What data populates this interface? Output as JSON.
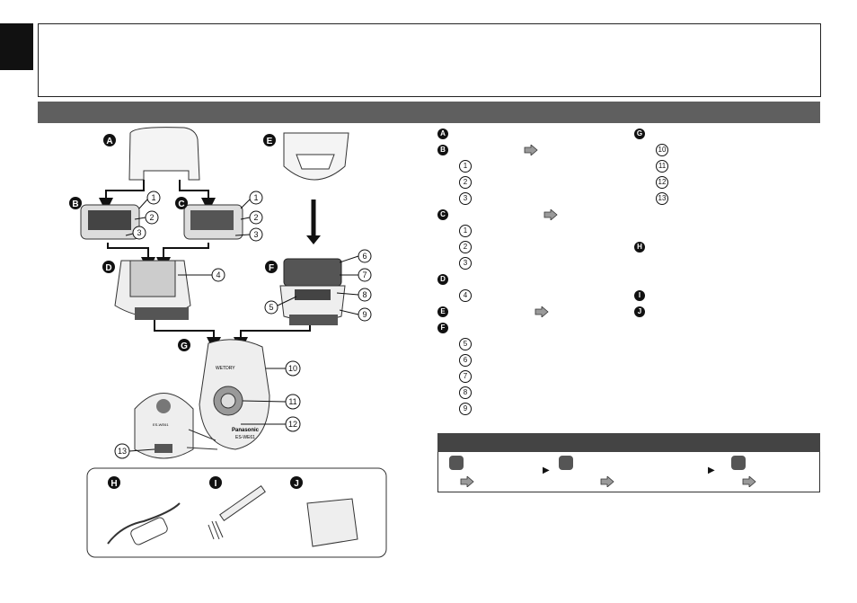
{
  "section_tab": "",
  "header_box_text": "",
  "parts_bar_title": "",
  "flow_bar_title": "",
  "figure": {
    "letters": [
      "A",
      "B",
      "C",
      "D",
      "E",
      "F",
      "G",
      "H",
      "I",
      "J"
    ],
    "numbers": [
      "1",
      "2",
      "3",
      "4",
      "5",
      "6",
      "7",
      "8",
      "9",
      "10",
      "11",
      "12",
      "13"
    ],
    "device_brand": "Panasonic",
    "device_model": "ES-WE61",
    "switch_marking": "WETDRY",
    "stand_marking": "ES-WE61"
  },
  "legend_left": [
    {
      "type": "letter",
      "label": "A"
    },
    {
      "type": "letter",
      "label": "B",
      "arrow": true
    },
    {
      "type": "number",
      "label": "1"
    },
    {
      "type": "number",
      "label": "2"
    },
    {
      "type": "number",
      "label": "3"
    },
    {
      "type": "letter",
      "label": "C",
      "arrow": true
    },
    {
      "type": "number",
      "label": "1"
    },
    {
      "type": "number",
      "label": "2"
    },
    {
      "type": "number",
      "label": "3"
    },
    {
      "type": "letter",
      "label": "D"
    },
    {
      "type": "number",
      "label": "4"
    },
    {
      "type": "letter",
      "label": "E",
      "arrow": true
    },
    {
      "type": "letter",
      "label": "F"
    },
    {
      "type": "number",
      "label": "5"
    },
    {
      "type": "number",
      "label": "6"
    },
    {
      "type": "number",
      "label": "7"
    },
    {
      "type": "number",
      "label": "8"
    },
    {
      "type": "number",
      "label": "9"
    }
  ],
  "legend_right": [
    {
      "type": "letter",
      "label": "G"
    },
    {
      "type": "number",
      "label": "10"
    },
    {
      "type": "number",
      "label": "11"
    },
    {
      "type": "number",
      "label": "12"
    },
    {
      "type": "number",
      "label": "13"
    },
    {
      "type": "blank"
    },
    {
      "type": "blank"
    },
    {
      "type": "letter",
      "label": "H"
    },
    {
      "type": "blank"
    },
    {
      "type": "blank"
    },
    {
      "type": "letter",
      "label": "I"
    },
    {
      "type": "letter",
      "label": "J"
    }
  ],
  "colors": {
    "bar": "#5f5f5f",
    "flowbar": "#444444",
    "arrow": "#9a9a9a"
  }
}
